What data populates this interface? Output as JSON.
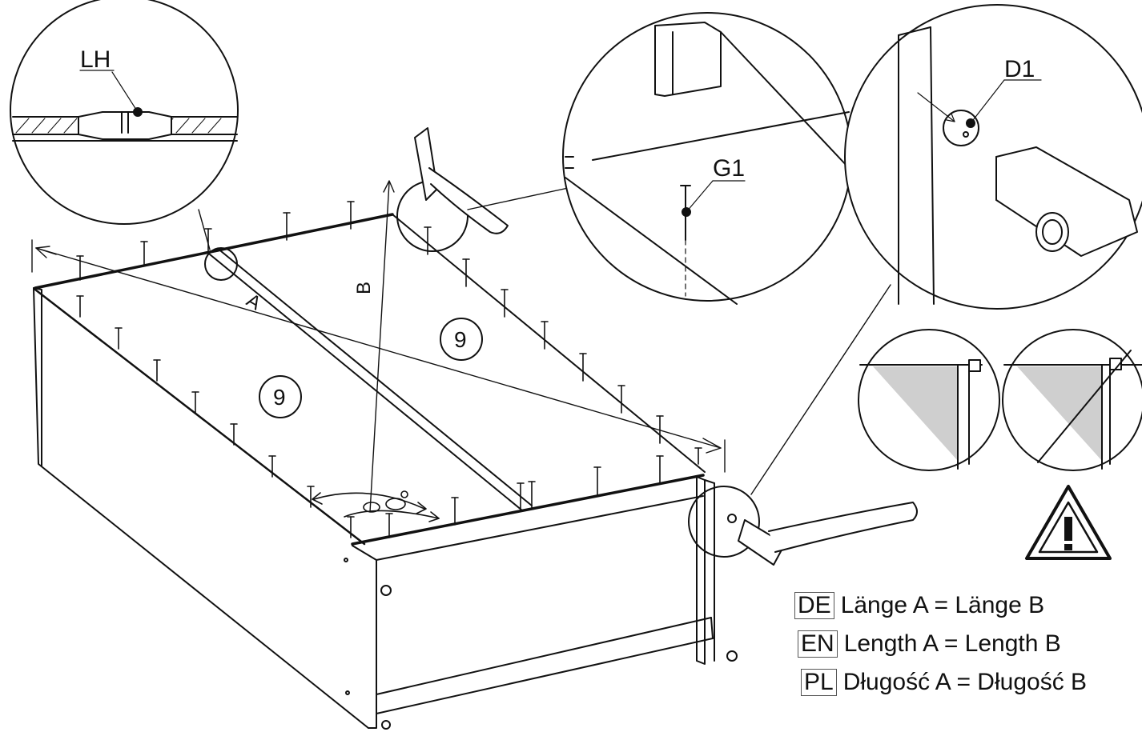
{
  "callouts": {
    "lh": "LH",
    "g1": "G1",
    "d1": "D1"
  },
  "panel_number": "9",
  "dimension_labels": {
    "a": "A",
    "b": "B"
  },
  "instructions": [
    {
      "code": "DE",
      "text": "Länge A = Länge B"
    },
    {
      "code": "EN",
      "text": "Length A = Length B"
    },
    {
      "code": "PL",
      "text": "Długość A = Długość B"
    }
  ],
  "colors": {
    "line": "#111111",
    "shade": "#cfcfcf"
  },
  "icons": [
    "hammer-icon",
    "warning-triangle-icon",
    "nail-icon",
    "dowel-icon"
  ]
}
